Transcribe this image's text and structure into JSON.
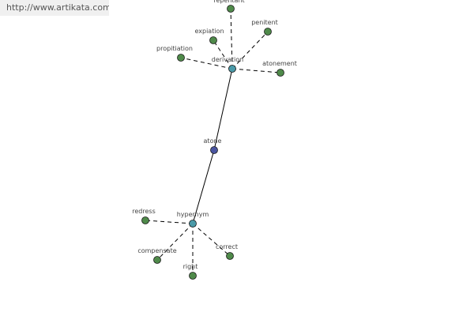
{
  "source_link": {
    "text": "http://www.artikata.com"
  },
  "colors": {
    "center_node": "#4a55a0",
    "hub_node": "#4a9aa8",
    "leaf_node": "#4f8a4a",
    "edge": "#000000",
    "label": "#444444"
  },
  "graph": {
    "center": {
      "id": "atone",
      "label": "atone"
    },
    "hubs": [
      {
        "id": "derivation",
        "label": "derivation",
        "leaves": [
          "repentant",
          "penitent",
          "expiation",
          "propitiation",
          "atonement"
        ]
      },
      {
        "id": "hypernym",
        "label": "hypernym",
        "leaves": [
          "redress",
          "compensate",
          "right",
          "correct"
        ]
      }
    ]
  }
}
